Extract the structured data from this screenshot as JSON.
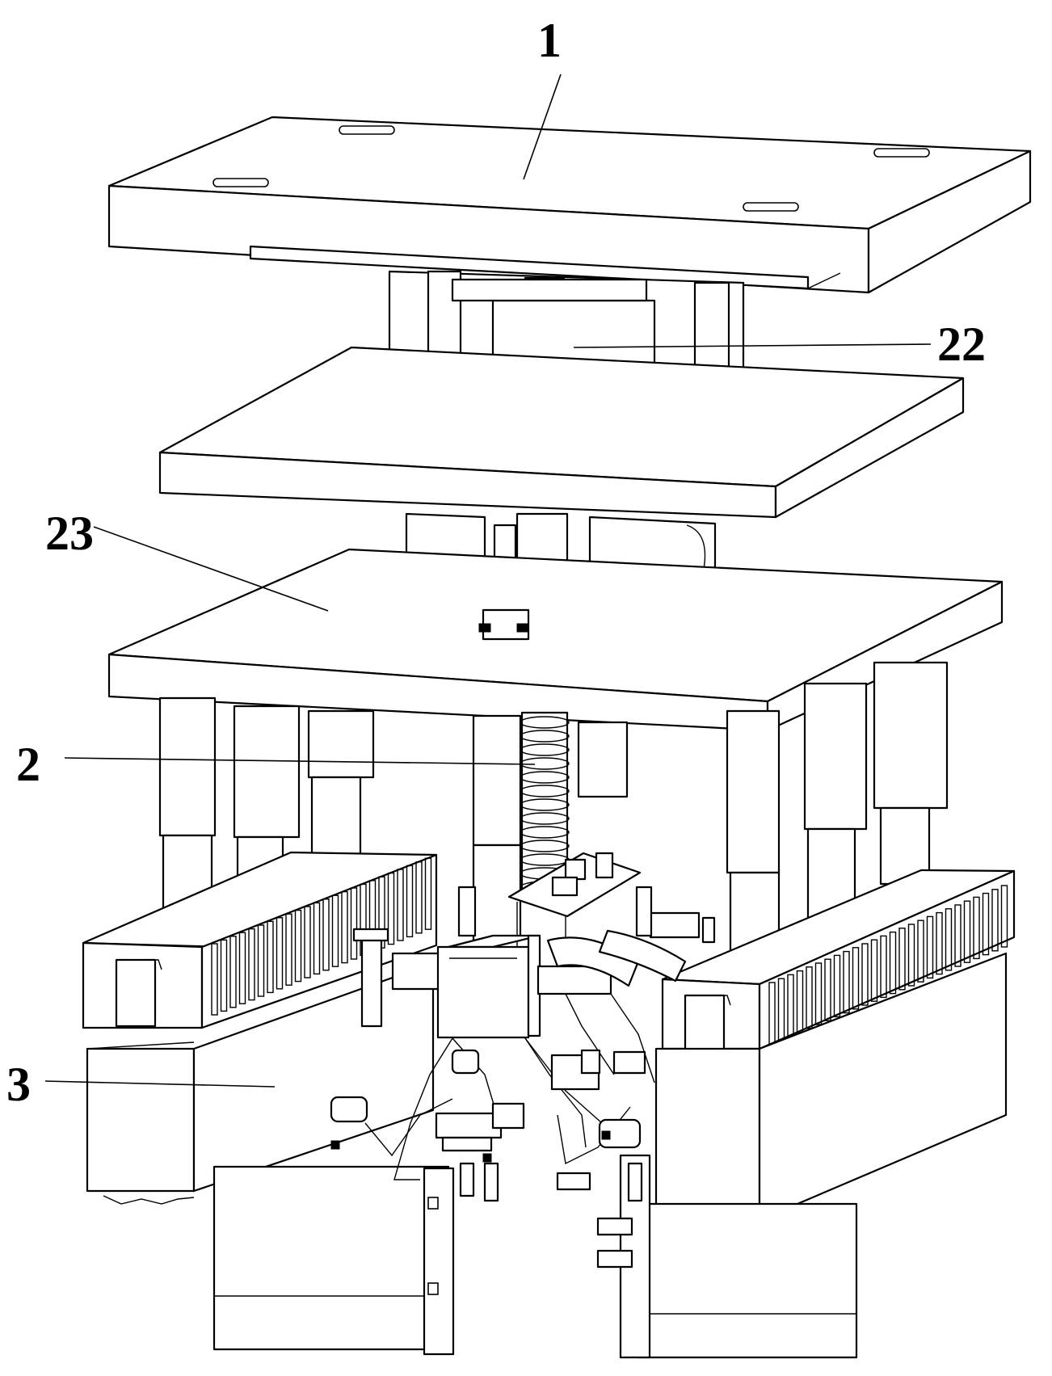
{
  "figure": {
    "callouts": [
      {
        "id": "1",
        "text": "1"
      },
      {
        "id": "22",
        "text": "22"
      },
      {
        "id": "23",
        "text": "23"
      },
      {
        "id": "2",
        "text": "2"
      },
      {
        "id": "3",
        "text": "3"
      }
    ]
  }
}
